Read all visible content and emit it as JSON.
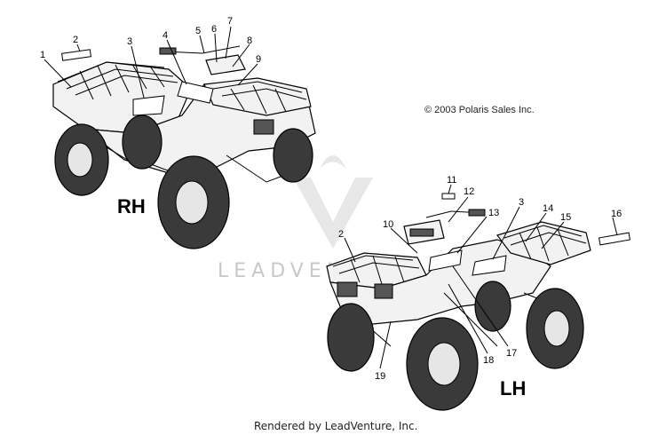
{
  "copyright": "© 2003 Polaris Sales Inc.",
  "footer": "Rendered by LeadVenture, Inc.",
  "watermark": "LEADVENTURE",
  "views": {
    "right": "RH",
    "left": "LH"
  },
  "callouts_rh": [
    "1",
    "2",
    "3",
    "4",
    "5",
    "6",
    "7",
    "8",
    "9"
  ],
  "callouts_lh": [
    "11",
    "12",
    "13",
    "3",
    "14",
    "15",
    "16",
    "2",
    "10",
    "17",
    "18",
    "19"
  ]
}
